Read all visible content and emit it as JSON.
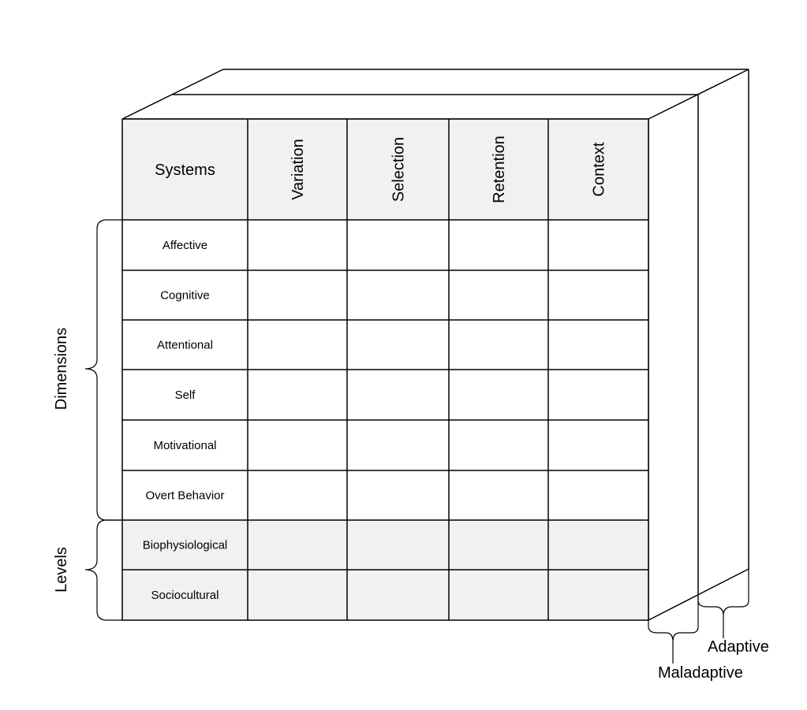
{
  "colors": {
    "shaded_fill": "#f1f1f1",
    "white_fill": "#ffffff",
    "stroke": "#000000"
  },
  "header": {
    "corner": "Systems",
    "columns": [
      "Variation",
      "Selection",
      "Retention",
      "Context"
    ]
  },
  "rows": [
    {
      "label": "Affective",
      "shaded": false
    },
    {
      "label": "Cognitive",
      "shaded": false
    },
    {
      "label": "Attentional",
      "shaded": false
    },
    {
      "label": "Self",
      "shaded": false
    },
    {
      "label": "Motivational",
      "shaded": false
    },
    {
      "label": "Overt Behavior",
      "shaded": false
    },
    {
      "label": "Biophysiological",
      "shaded": true
    },
    {
      "label": "Sociocultural",
      "shaded": true
    }
  ],
  "side_groups": [
    {
      "label": "Dimensions",
      "first_row": 0,
      "last_row": 5
    },
    {
      "label": "Levels",
      "first_row": 6,
      "last_row": 7
    }
  ],
  "depth_labels": {
    "front": "Maladaptive",
    "back": "Adaptive"
  }
}
